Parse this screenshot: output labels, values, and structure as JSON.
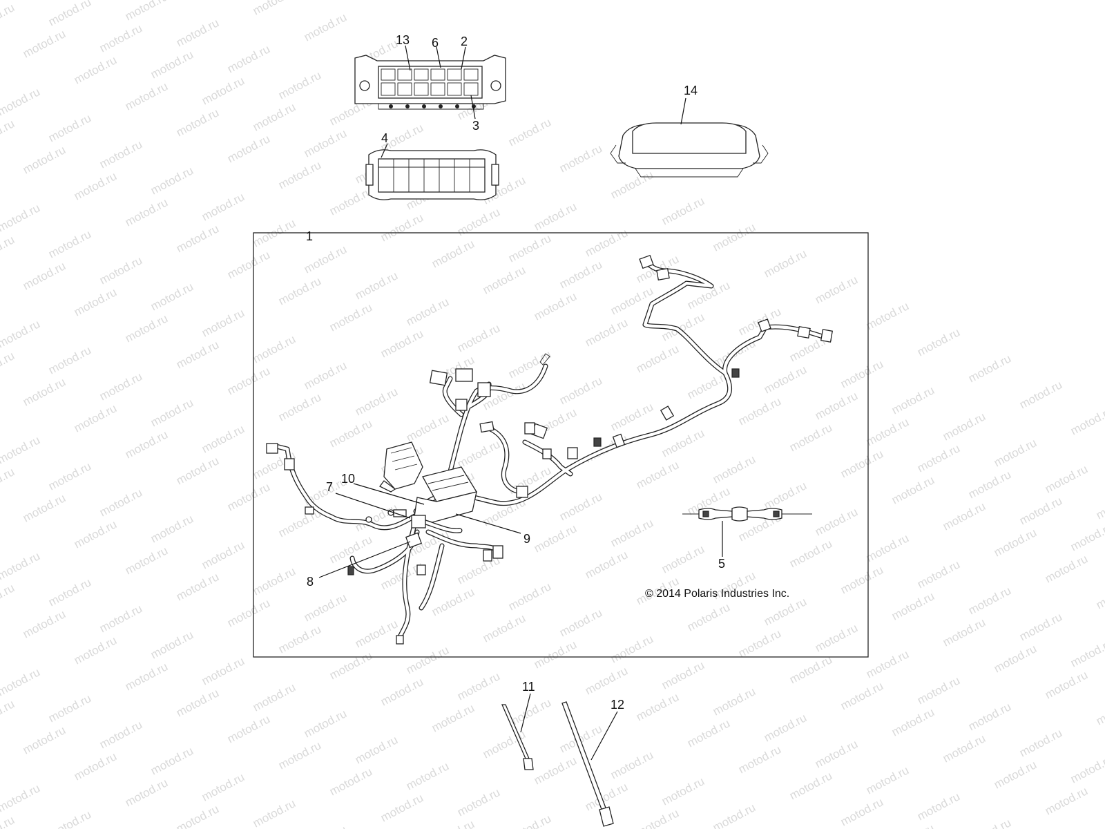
{
  "watermark": {
    "text": "motod.ru",
    "color": "#d9d9d9"
  },
  "callouts": {
    "c1": "1",
    "c2": "2",
    "c3": "3",
    "c4": "4",
    "c5": "5",
    "c6": "6",
    "c7": "7",
    "c8": "8",
    "c9": "9",
    "c10": "10",
    "c11": "11",
    "c12": "12",
    "c13": "13",
    "c14": "14"
  },
  "copyright": "© 2014 Polaris Industries Inc."
}
